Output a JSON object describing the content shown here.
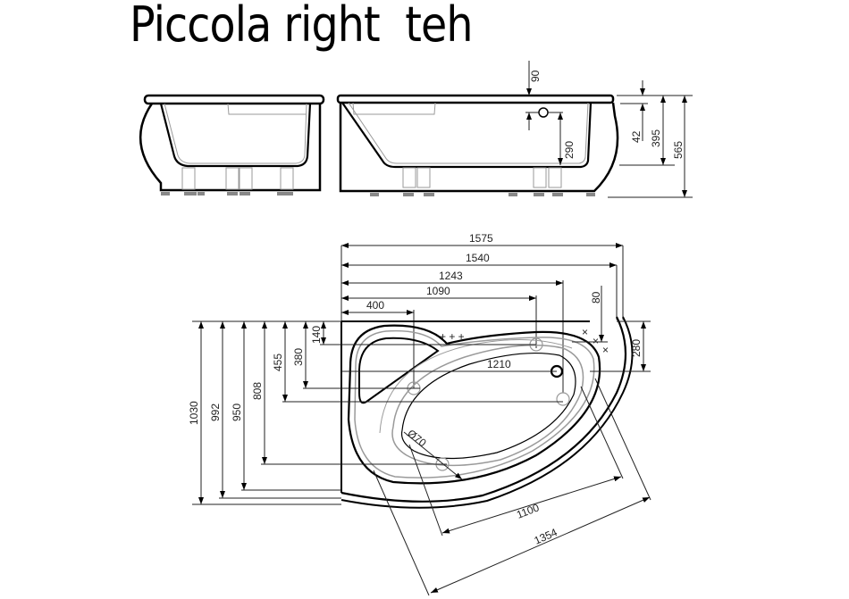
{
  "title": "Piccola right  teh",
  "side_view_right": {
    "dimensions": {
      "overflow_offset": "90",
      "rim_thickness": "42",
      "overflow_height": "290",
      "inner_depth": "395",
      "total_height": "565"
    }
  },
  "top_view": {
    "horizontal_dimensions": [
      "1575",
      "1540",
      "1243",
      "1090",
      "400"
    ],
    "right_offset": "80",
    "right_height": "280",
    "vertical_dimensions": [
      "1030",
      "992",
      "950",
      "808",
      "455",
      "380",
      "140"
    ],
    "inner_length": "1210",
    "drain_diameter": "Ø70",
    "diagonal_dimensions": [
      "1100",
      "1354"
    ],
    "markers": {
      "plus": "+ + +",
      "cross": "×"
    }
  }
}
